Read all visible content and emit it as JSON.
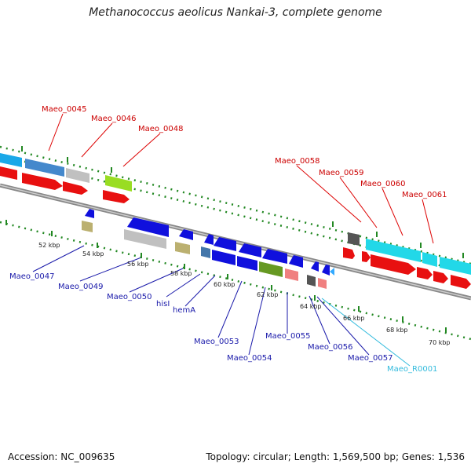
{
  "title": "Methanococcus aeolicus Nankai-3, complete genome",
  "footer": {
    "accession": "Accession: NC_009635",
    "topology": "Topology: circular; Length: 1,569,500 bp; Genes: 1,536"
  },
  "colors": {
    "forward_label": "#cc0000",
    "reverse_label": "#1a1aaa",
    "rna_label": "#33bbdd",
    "backbone": "#888888",
    "ticks": "#228822"
  },
  "kbp_ticks": [
    "52 kbp",
    "54 kbp",
    "56 kbp",
    "58 kbp",
    "60 kbp",
    "62 kbp",
    "64 kbp",
    "66 kbp",
    "68 kbp",
    "70 kbp"
  ],
  "forward_genes": [
    "Maeo_0045",
    "Maeo_0046",
    "Maeo_0048",
    "Maeo_0058",
    "Maeo_0059",
    "Maeo_0060",
    "Maeo_0061"
  ],
  "reverse_genes": [
    "Maeo_0047",
    "Maeo_0049",
    "Maeo_0050",
    "hisI",
    "hemA",
    "Maeo_0053",
    "Maeo_0054",
    "Maeo_0055",
    "Maeo_0056",
    "Maeo_0057",
    "Maeo_R0001"
  ]
}
